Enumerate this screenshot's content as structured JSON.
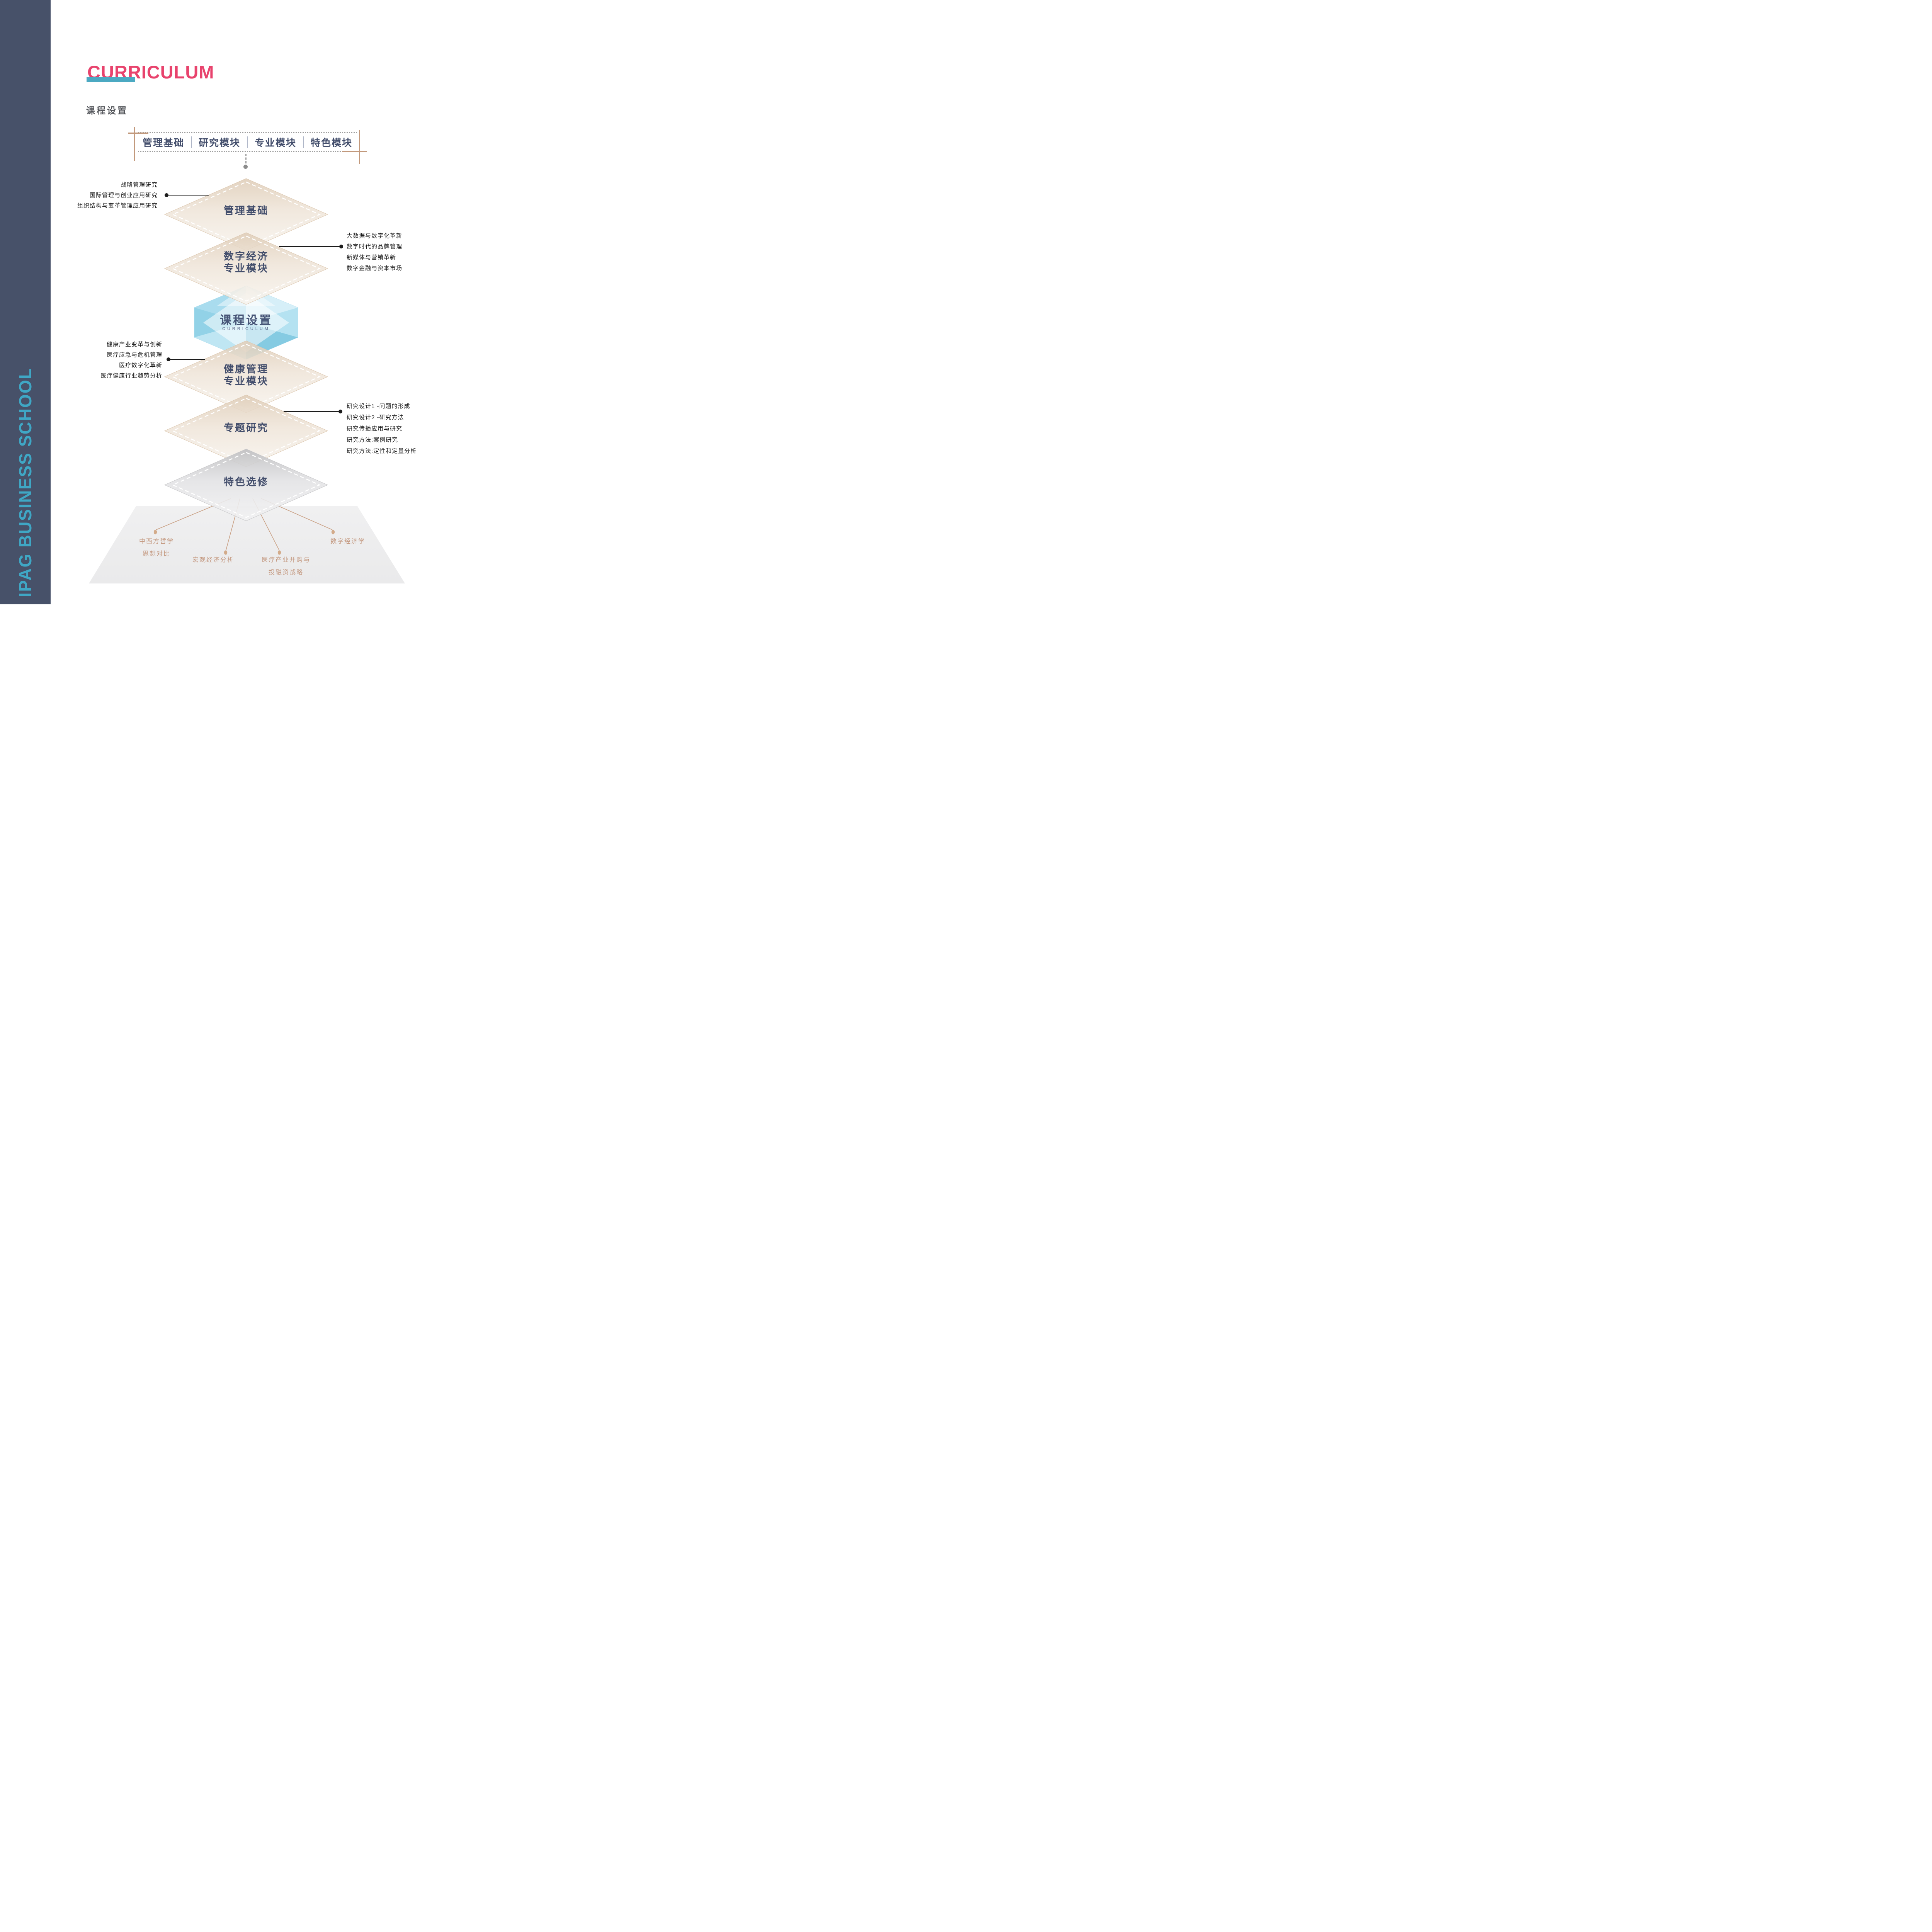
{
  "sidebar": {
    "text": "IPAG BUSINESS SCHOOL",
    "background": "#475169",
    "text_color": "#3FA7C5"
  },
  "header": {
    "title": "CURRICULUM",
    "title_color": "#E8436D",
    "divider_color": "#4BA9C2",
    "subtitle": "课程设置",
    "subtitle_color": "#54565B"
  },
  "module_bar": {
    "items": [
      "管理基础",
      "研究模块",
      "专业模块",
      "特色模块"
    ],
    "text_color": "#434E6C"
  },
  "diagram": {
    "center_gem": {
      "title": "课程设置",
      "subtitle": "CURRICULUM"
    },
    "levels": [
      {
        "label_lines": [
          "管理基础"
        ],
        "theme": "beige"
      },
      {
        "label_lines": [
          "数字经济",
          "专业模块"
        ],
        "theme": "beige"
      },
      {
        "label_lines": [
          "健康管理",
          "专业模块"
        ],
        "theme": "beige"
      },
      {
        "label_lines": [
          "专题研究"
        ],
        "theme": "beige"
      },
      {
        "label_lines": [
          "特色选修"
        ],
        "theme": "gray"
      }
    ],
    "annotations": [
      {
        "side": "left",
        "items": [
          "战略管理研究",
          "国际管理与创业应用研究",
          "组织结构与变革管理应用研究"
        ]
      },
      {
        "side": "right",
        "items": [
          "大数据与数字化革新",
          "数字时代的品牌管理",
          "新媒体与营销革新",
          "数字金融与资本市场"
        ]
      },
      {
        "side": "left",
        "items": [
          "健康产业变革与创新",
          "医疗应急与危机管理",
          "医疗数字化革新",
          "医疗健康行业趋势分析"
        ]
      },
      {
        "side": "right",
        "items": [
          "研究设计1 -问题的形成",
          "研究设计2 -研究方法",
          "研究传播应用与研究",
          "研究方法:案例研究",
          "研究方法:定性和定量分析"
        ]
      }
    ],
    "electives": [
      {
        "lines": [
          "中西方哲学",
          "思想对比"
        ]
      },
      {
        "lines": [
          "宏观经济分析"
        ]
      },
      {
        "lines": [
          "医疗产业并购与",
          "投融资战略"
        ]
      },
      {
        "lines": [
          "数字经济学"
        ]
      }
    ]
  },
  "colors": {
    "beige_dark": "#DFCDB8",
    "beige_light": "#F8F4EE",
    "gray_dark": "#BFBFC1",
    "gray_light": "#F2F2F3",
    "tan_mark": "#C2997C",
    "elective_line": "#C9A084",
    "floor": "#EDEDEE",
    "gem_blue": "#8ED2E8",
    "connector_black": "#1C1C1C"
  }
}
